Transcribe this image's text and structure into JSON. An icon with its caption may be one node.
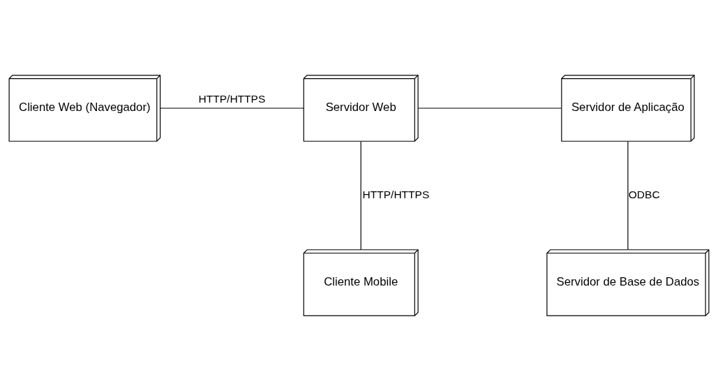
{
  "diagram": {
    "nodes": [
      {
        "text": [
          "Cliente Web (Navegador)"
        ]
      },
      {
        "text": [
          "Servidor Web"
        ]
      },
      {
        "text": [
          "Servidor de Aplicação"
        ]
      },
      {
        "text": [
          "Cliente Mobile"
        ]
      },
      {
        "text": [
          "Servidor de Base de Dados"
        ]
      }
    ],
    "edges": [
      {
        "from": 0,
        "to": 1,
        "arrow": "none",
        "label": "HTTP/HTTPS"
      },
      {
        "from": 1,
        "to": 2,
        "arrow": "none"
      },
      {
        "from": 1,
        "to": 3,
        "arrow": "none",
        "label": "HTTP/HTTPS"
      },
      {
        "from": 2,
        "to": 4,
        "arrow": "none",
        "label": "ODBC"
      }
    ]
  }
}
